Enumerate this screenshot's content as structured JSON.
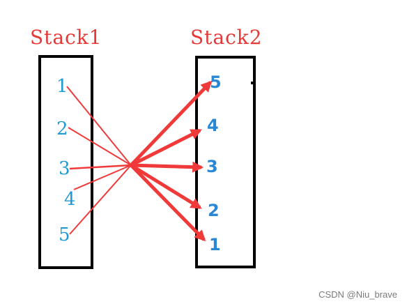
{
  "stack1": {
    "title": "Stack1",
    "items": [
      "1",
      "2",
      "3",
      "4",
      "5"
    ]
  },
  "stack2": {
    "title": "Stack2",
    "items": [
      "5",
      "4",
      "3",
      "2",
      "1"
    ]
  },
  "watermark": "CSDN @Niu_brave",
  "colors": {
    "title": "#e53935",
    "stack1_numbers": "#1e9bd7",
    "stack2_numbers": "#2a87d3",
    "arrows": "#f03a3a",
    "border": "#000000"
  }
}
